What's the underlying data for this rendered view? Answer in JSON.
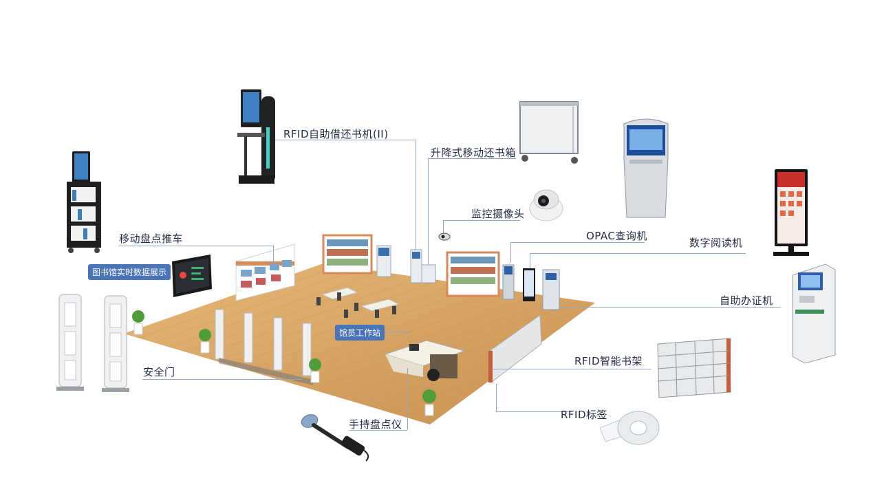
{
  "labels": {
    "rfid_self_service": "RFID自助借还书机(II)",
    "lift_return_box": "升降式移动还书箱",
    "camera": "监控摄像头",
    "opac": "OPAC查询机",
    "digital_reader": "数字阅读机",
    "mobile_cart": "移动盘点推车",
    "realtime_display": "图书馆实时数据展示",
    "staff_station": "馆员工作站",
    "self_card_machine": "自助办证机",
    "security_gate": "安全门",
    "rfid_smart_shelf": "RFID智能书架",
    "rfid_tag": "RFID标签",
    "handheld_scanner": "手持盘点仪"
  },
  "colors": {
    "floor": "#d9a866",
    "floor_dark": "#c08845",
    "shelf_orange": "#d8895a",
    "line": "#8ea9c8",
    "badge": "#4a74b8",
    "text": "#1f2a44"
  }
}
